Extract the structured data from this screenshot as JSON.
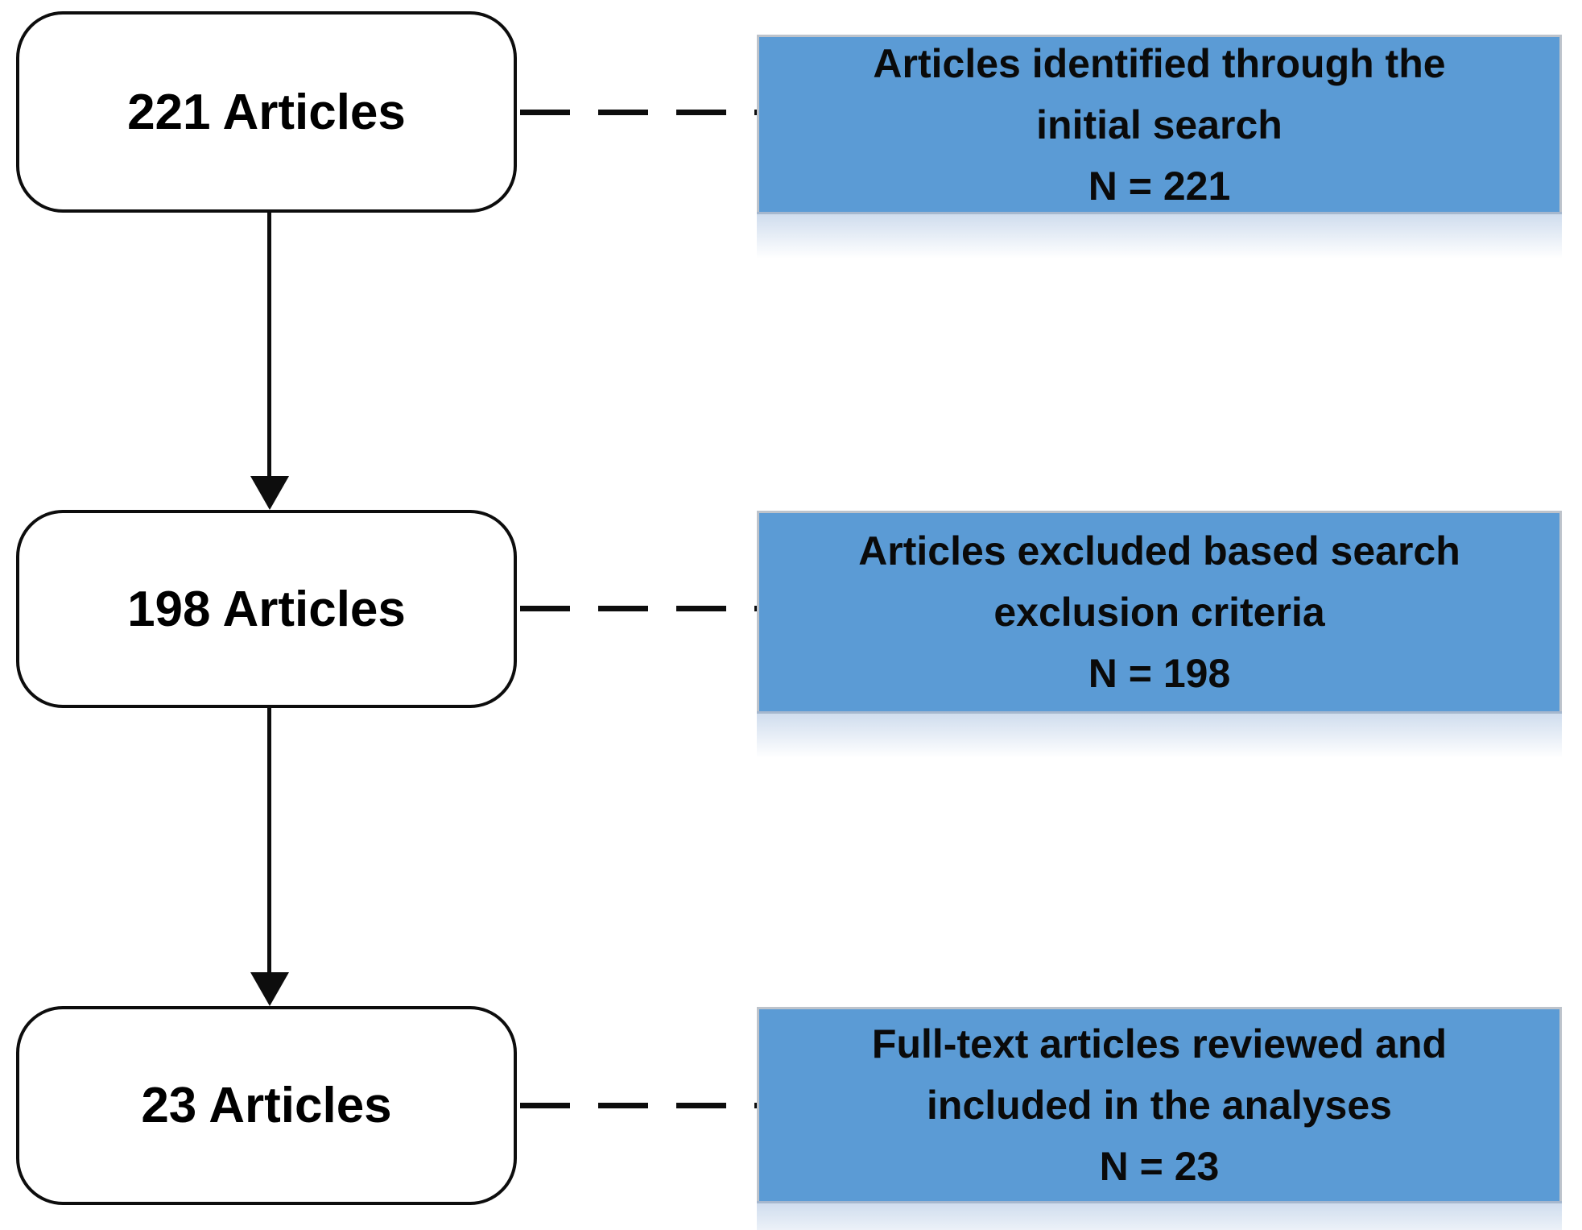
{
  "diagram": {
    "type": "flowchart",
    "description": "Article screening flow diagram",
    "stages": [
      {
        "node_label": "221 Articles",
        "note_line1": "Articles identified through the",
        "note_line2": "initial search",
        "note_count": "N = 221"
      },
      {
        "node_label": "198 Articles",
        "note_line1": "Articles excluded based search",
        "note_line2": "exclusion criteria",
        "note_count": "N = 198"
      },
      {
        "node_label": "23 Articles",
        "note_line1": "Full-text articles reviewed and",
        "note_line2": "included in the analyses",
        "note_count": "N = 23"
      }
    ],
    "colors": {
      "note_fill": "#5B9BD5",
      "note_border": "#BDC3CB",
      "node_fill": "#FFFFFF",
      "node_border": "#0D0D0D",
      "connector": "#0D0D0D",
      "text": "#000000"
    }
  }
}
